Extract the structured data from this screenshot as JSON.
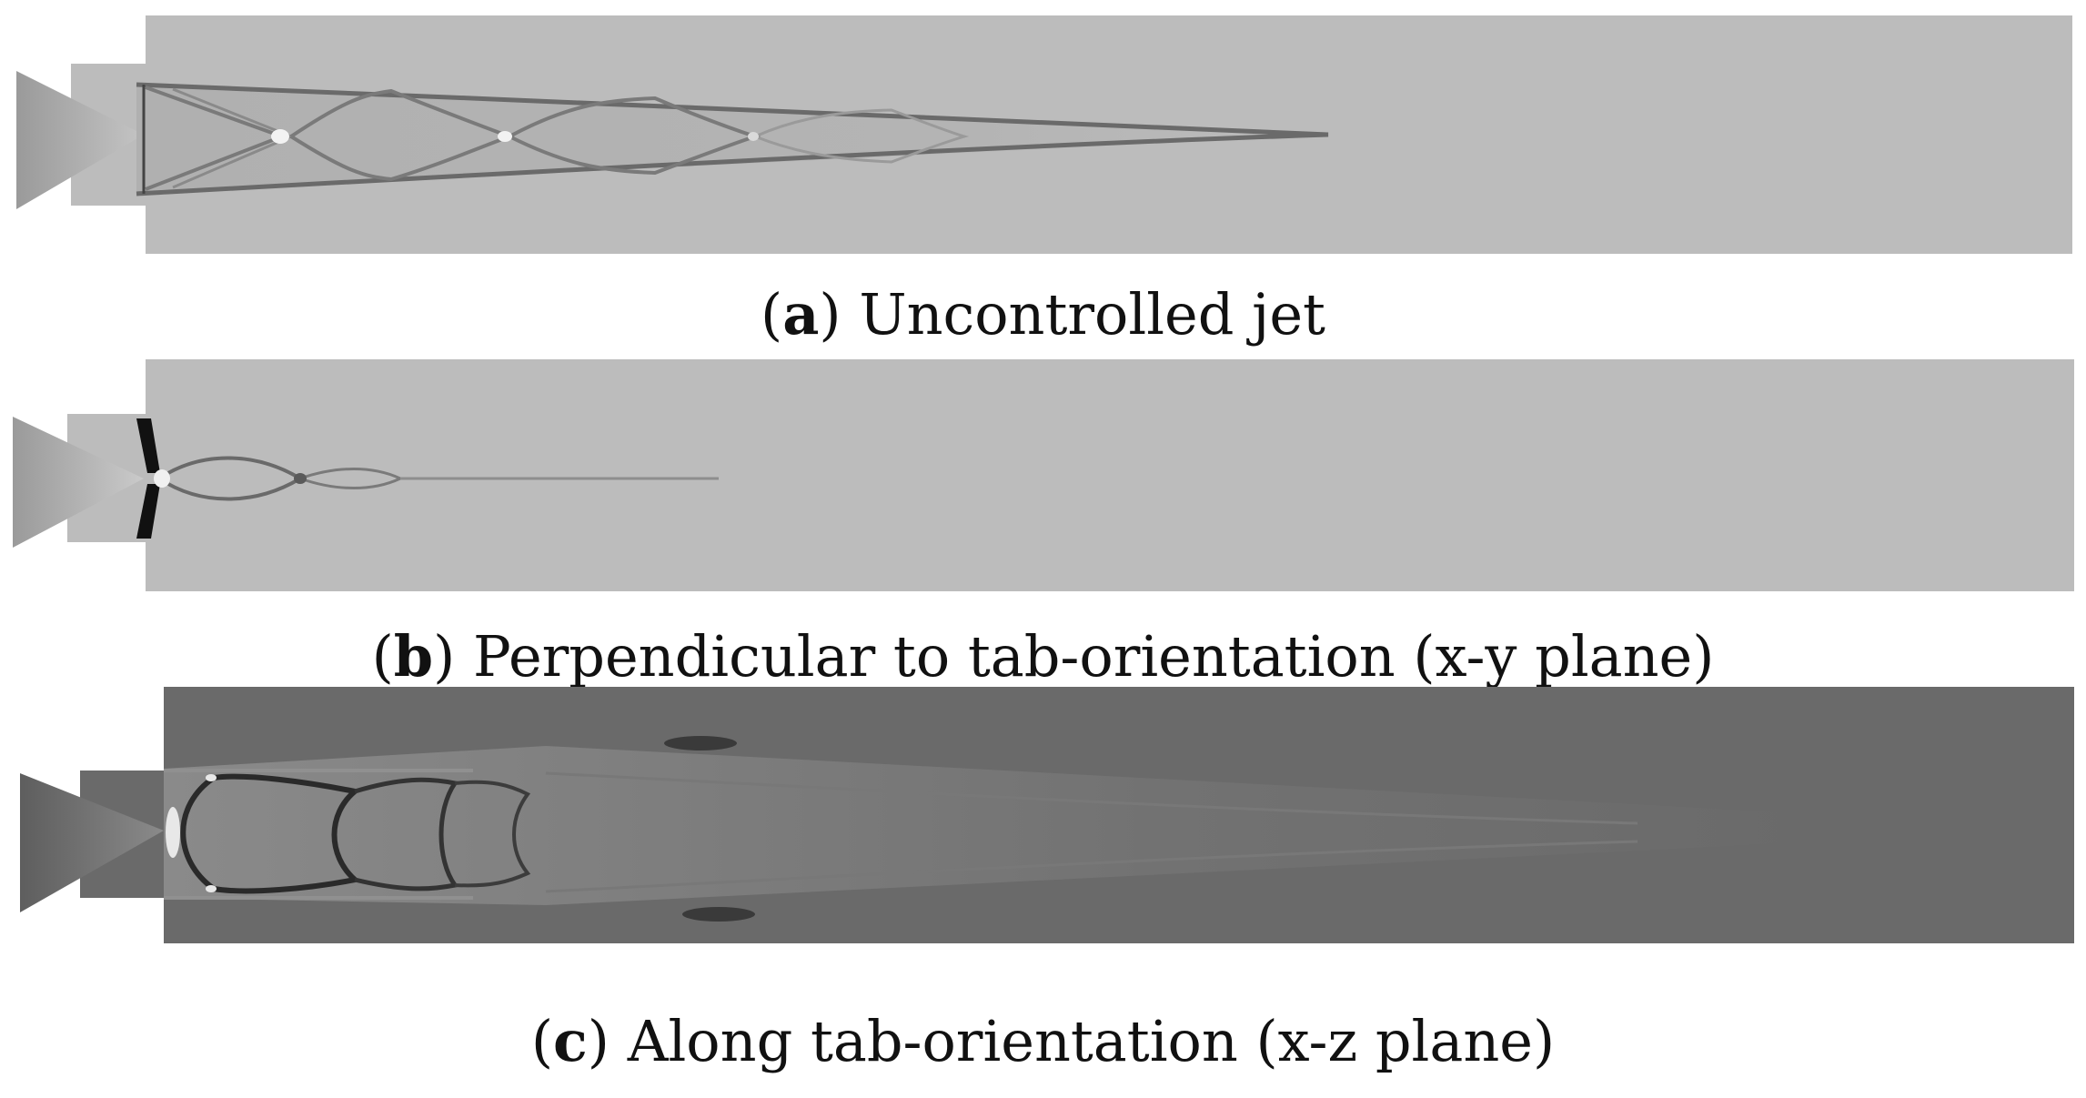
{
  "colors": {
    "light_background": "#bcbcbc",
    "dark_background": "#6a6a6a",
    "nozzle_gray": "#a8a8a8",
    "shock_dark": "#5a5a5a"
  },
  "panels": [
    {
      "label": "a",
      "caption": "Uncontrolled jet"
    },
    {
      "label": "b",
      "caption": "Perpendicular to tab-orientation (x-y plane)"
    },
    {
      "label": "c",
      "caption": "Along tab-orientation (x-z plane)"
    }
  ]
}
